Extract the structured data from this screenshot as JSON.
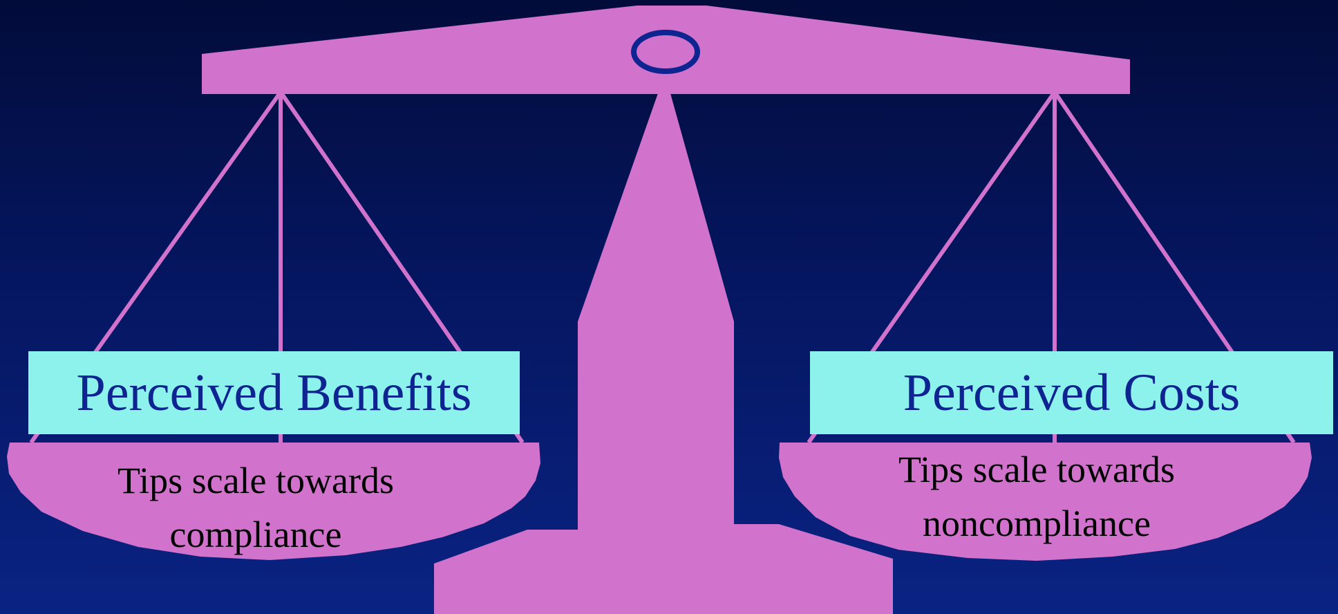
{
  "colors": {
    "scale": "#d173cc",
    "pivot_ring": "#0e2490",
    "label_background": "#8ef2ec",
    "label_text": "#0e2490",
    "pan_text": "#000000"
  },
  "left_side": {
    "label": "Perceived Benefits",
    "line1": "Tips scale towards",
    "line2": "compliance"
  },
  "right_side": {
    "label": "Perceived Costs",
    "line1": "Tips scale towards",
    "line2": "noncompliance"
  }
}
